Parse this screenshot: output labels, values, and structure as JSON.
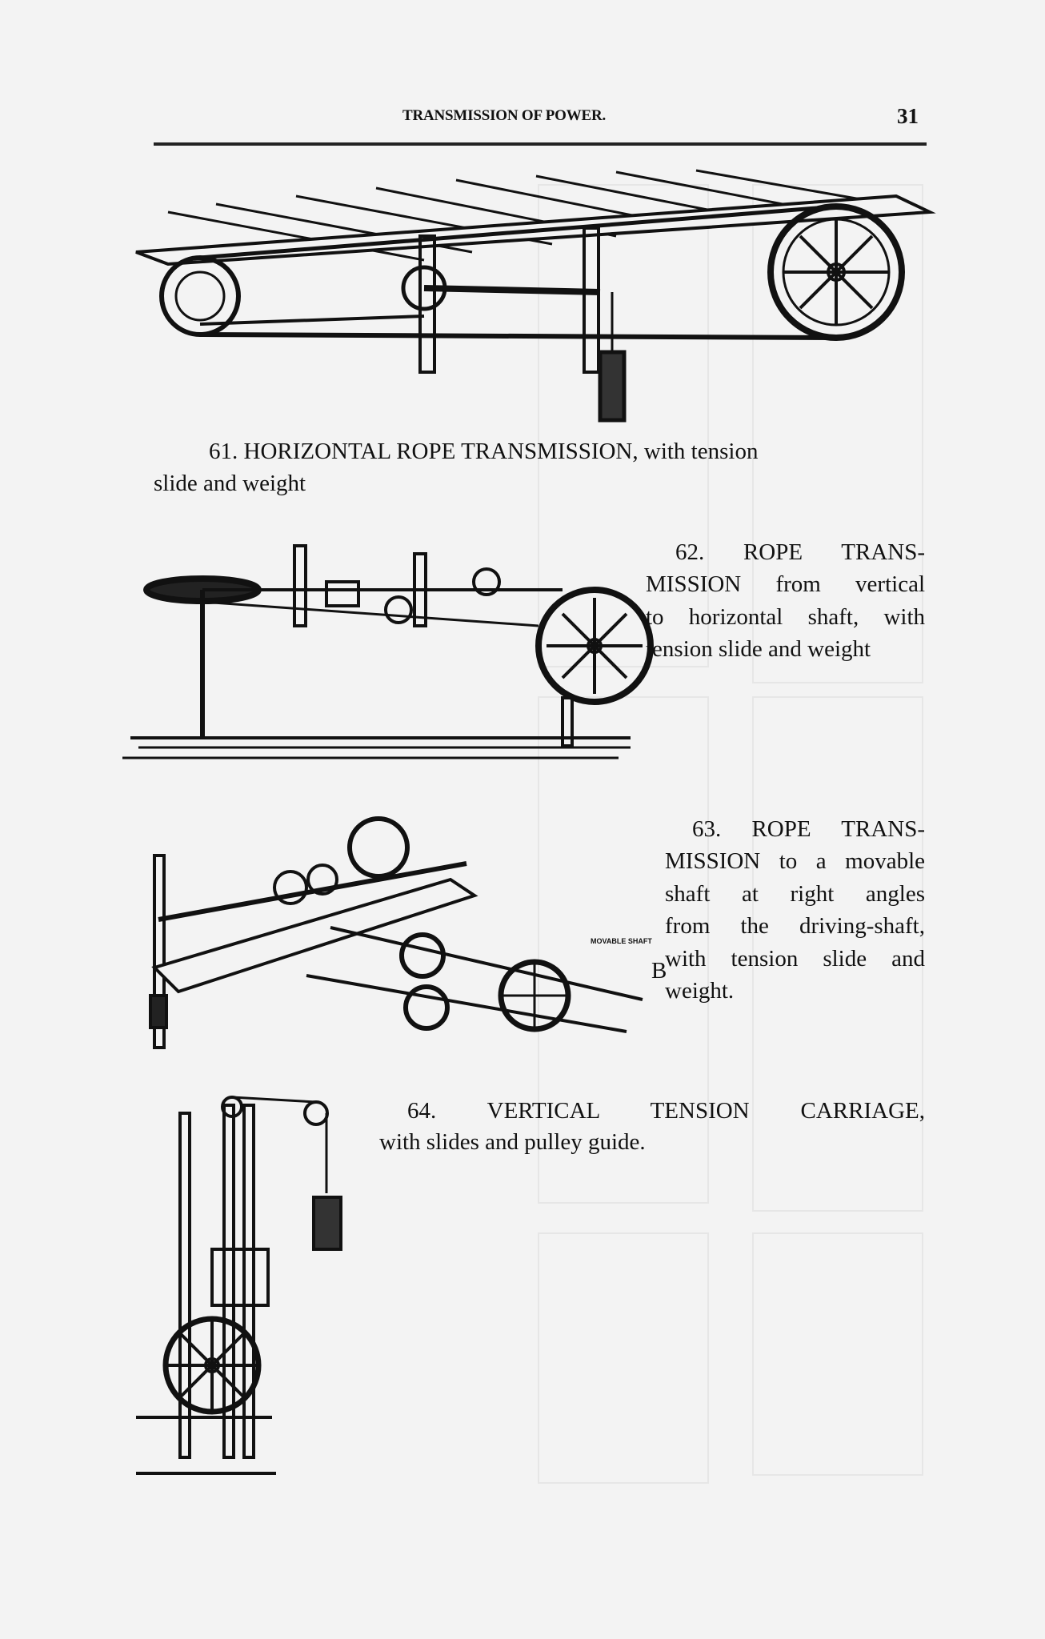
{
  "header": {
    "running_title": "TRANSMISSION OF POWER.",
    "page_number": "31"
  },
  "figures": [
    {
      "caption_lines": [
        "61.  HORIZONTAL ROPE TRANSMISSION, with tension",
        "slide and weight"
      ]
    },
    {
      "caption_lines": [
        "62.  ROPE TRANS-",
        "MISSION from vertical",
        "to horizontal shaft, with",
        "tension slide and weight"
      ]
    },
    {
      "caption_lines": [
        "63.  ROPE TRANS-",
        "MISSION to a movable",
        "shaft at right angles",
        "from the driving-shaft,",
        "with tension slide and",
        "weight."
      ],
      "stray_letter": "B",
      "drawing_label": "MOVABLE SHAFT"
    },
    {
      "caption_lines": [
        "64.  VERTICAL  TENSION  CARRIAGE,",
        "with slides and pulley guide."
      ]
    }
  ]
}
